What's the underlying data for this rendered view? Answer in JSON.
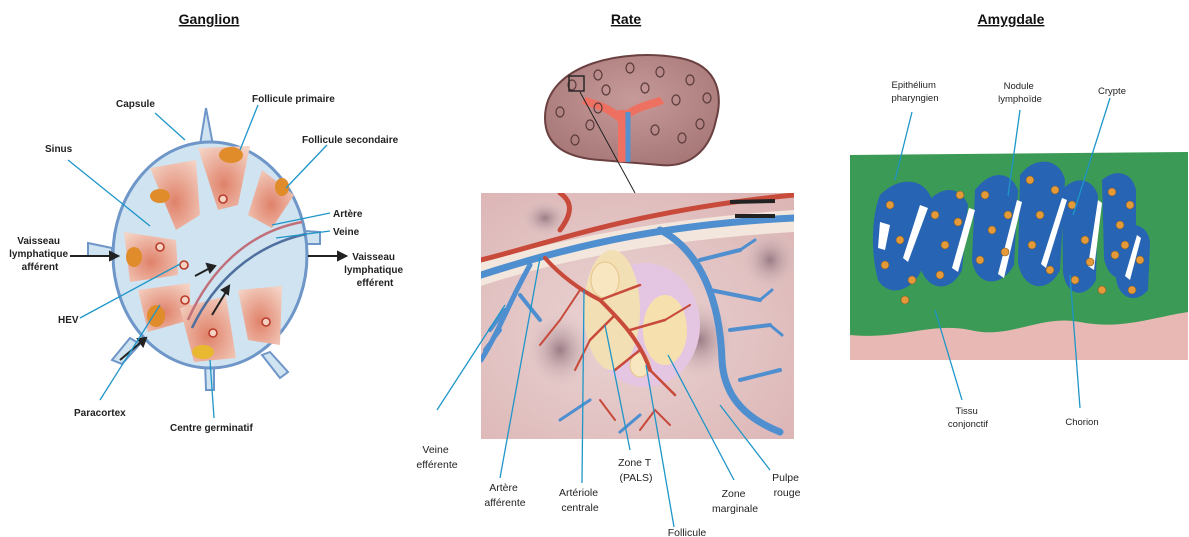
{
  "panels": {
    "ganglion": {
      "title": "Ganglion",
      "labels": {
        "capsule": "Capsule",
        "follicule_primaire": "Follicule primaire",
        "sinus": "Sinus",
        "follicule_secondaire": "Follicule secondaire",
        "artere": "Artère",
        "veine": "Veine",
        "vaisseau_afferent": [
          "Vaisseau",
          "lymphatique",
          "afférent"
        ],
        "vaisseau_efferent": [
          "Vaisseau",
          "lymphatique",
          "efférent"
        ],
        "hev": "HEV",
        "paracortex": "Paracortex",
        "centre_germinatif": "Centre germinatif"
      }
    },
    "rate": {
      "title": "Rate",
      "labels": {
        "veine_efferente": [
          "Veine",
          "efférente"
        ],
        "artere_afferente": [
          "Artère",
          "afférente"
        ],
        "arteriole_centrale": [
          "Artériole",
          "centrale"
        ],
        "zone_t": [
          "Zone T",
          "(PALS)"
        ],
        "follicule": "Follicule",
        "zone_marginale": [
          "Zone",
          "marginale"
        ],
        "pulpe_rouge": [
          "Pulpe",
          "rouge"
        ]
      }
    },
    "amygdale": {
      "title": "Amygdale",
      "labels": {
        "epithelium": [
          "Epithélium",
          "pharyngien"
        ],
        "nodule": [
          "Nodule",
          "lymphoïde"
        ],
        "crypte": "Crypte",
        "tissu": [
          "Tissu",
          "conjonctif"
        ],
        "chorion": "Chorion"
      }
    }
  },
  "colors": {
    "leader_line": "#1e96c8",
    "capsule_blue": "#6e96c8",
    "sinus_fill": "#cfe3f1",
    "follicle_pink": "#eaa98f",
    "germinal_orange": "#e08c2a",
    "artery_red": "#d9644a",
    "vein_blue": "#4f8fcf",
    "tonsil_green": "#3b9a55",
    "tonsil_blue": "#2864b4",
    "connective_pink": "#e8b9b4"
  }
}
